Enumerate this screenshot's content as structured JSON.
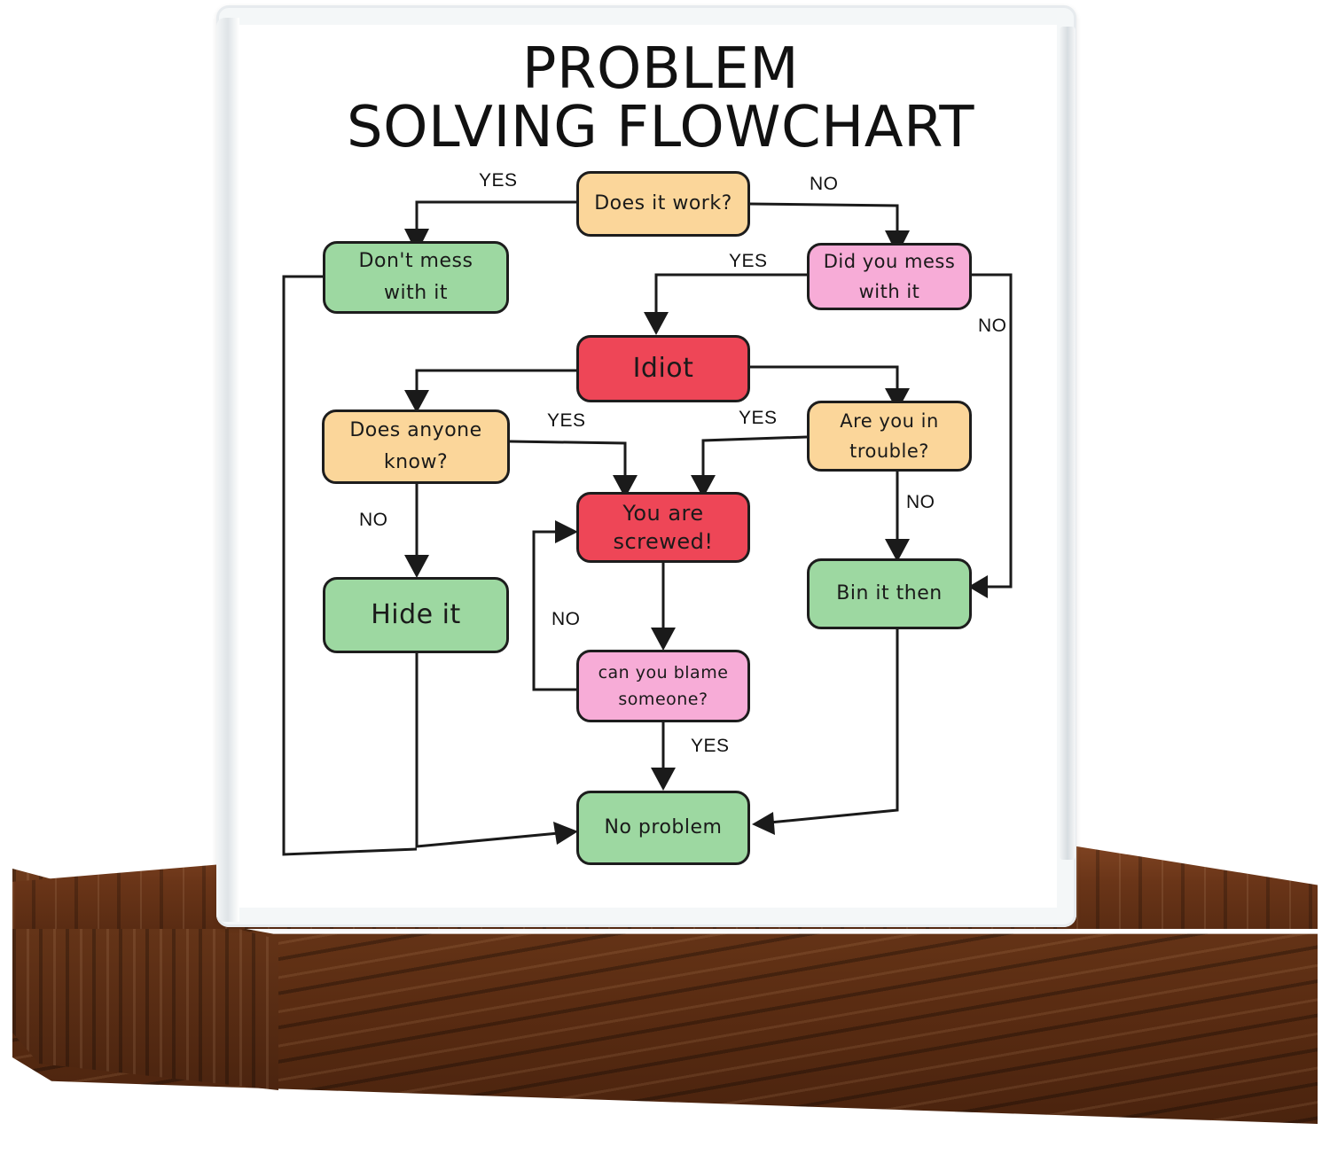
{
  "title": {
    "line1": "PROBLEM",
    "line2": "SOLVING FLOWCHART"
  },
  "nodes": {
    "does_it_work": "Does it work?",
    "dont_mess_1": "Don't mess",
    "dont_mess_2": "with it",
    "did_you_mess_1": "Did you mess",
    "did_you_mess_2": "with it",
    "idiot": "Idiot",
    "does_anyone_1": "Does anyone",
    "does_anyone_2": "know?",
    "are_you_1": "Are you in",
    "are_you_2": "trouble?",
    "screwed_1": "You are",
    "screwed_2": "screwed!",
    "hide_it": "Hide it",
    "bin_it": "Bin it then",
    "blame_1": "can you blame",
    "blame_2": "someone?",
    "no_problem": "No problem"
  },
  "edge_labels": {
    "yes": "YES",
    "no": "NO"
  },
  "colors": {
    "green": "#9dd8a1",
    "peach": "#fbd69a",
    "pink": "#f7acd7",
    "red": "#ee4657",
    "wood": "#6a3518"
  }
}
